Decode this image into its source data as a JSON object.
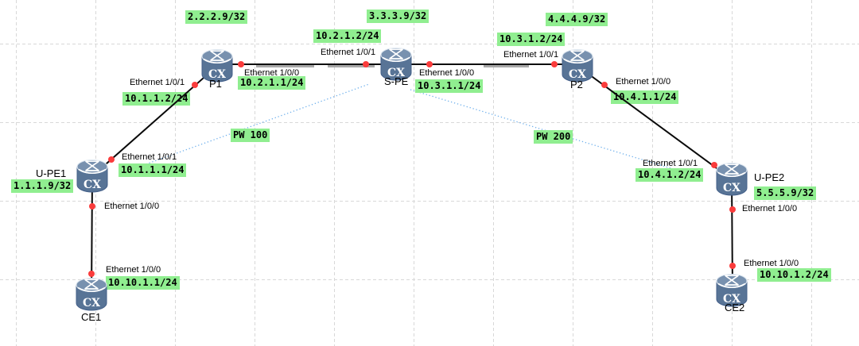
{
  "colors": {
    "label_bg": "#90ee90",
    "link": "#0a0a0a",
    "pw_line": "#6fb0ec",
    "port_dot": "#fa3c3c",
    "device_body": "#587496",
    "device_top": "#7891af",
    "grid": "#d8d8d8"
  },
  "icon": {
    "text": "CX"
  },
  "devices": [
    {
      "name": "P1"
    },
    {
      "name": "S-PE"
    },
    {
      "name": "P2"
    },
    {
      "name": "U-PE1"
    },
    {
      "name": "U-PE2"
    },
    {
      "name": "CE1"
    },
    {
      "name": "CE2"
    }
  ],
  "loopbacks": [
    {
      "text": "2.2.2.9/32"
    },
    {
      "text": "3.3.3.9/32"
    },
    {
      "text": "4.4.4.9/32"
    },
    {
      "text": "1.1.1.9/32"
    },
    {
      "text": "5.5.5.9/32"
    }
  ],
  "interface_ips": [
    {
      "text": "10.1.1.2/24"
    },
    {
      "text": "10.2.1.1/24"
    },
    {
      "text": "10.2.1.2/24"
    },
    {
      "text": "10.3.1.1/24"
    },
    {
      "text": "10.3.1.2/24"
    },
    {
      "text": "10.4.1.1/24"
    },
    {
      "text": "10.1.1.1/24"
    },
    {
      "text": "10.4.1.2/24"
    },
    {
      "text": "10.10.1.1/24"
    },
    {
      "text": "10.10.1.2/24"
    }
  ],
  "interfaces": [
    {
      "text": "Ethernet 1/0/1"
    },
    {
      "text": "Ethernet 1/0/0"
    },
    {
      "text": "Ethernet 1/0/1"
    },
    {
      "text": "Ethernet 1/0/0"
    },
    {
      "text": "Ethernet 1/0/1"
    },
    {
      "text": "Ethernet 1/0/0"
    },
    {
      "text": "Ethernet 1/0/1"
    },
    {
      "text": "Ethernet 1/0/0"
    },
    {
      "text": "Ethernet 1/0/0"
    },
    {
      "text": "Ethernet 1/0/1"
    },
    {
      "text": "Ethernet 1/0/0"
    },
    {
      "text": "Ethernet 1/0/0"
    }
  ],
  "pws": [
    {
      "label": "PW 100"
    },
    {
      "label": "PW 200"
    }
  ]
}
